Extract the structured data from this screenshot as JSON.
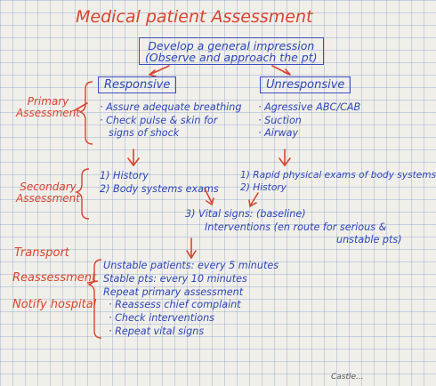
{
  "title": "Medical patient Assessment",
  "general_impression": {
    "line1": "Develop a general impression",
    "line2": "(Observe and approach the pt)"
  },
  "sections": {
    "primary": [
      "Primary",
      "Assessment"
    ],
    "secondary": [
      "Secondary",
      "Assessment"
    ],
    "transport": "Transport",
    "reassessment": "Reassessment",
    "notify": "Notify hospital"
  },
  "responsive": {
    "label": "Responsive",
    "primary_items": [
      "· Assure adequate breathing",
      "· Check pulse & skin for",
      "signs of shock"
    ],
    "secondary_items": [
      "1) History",
      "2) Body systems exams"
    ]
  },
  "unresponsive": {
    "label": "Unresponsive",
    "primary_items": [
      "· Agressive ABC/CAB",
      "· Suction",
      "· Airway"
    ],
    "secondary_items": [
      "1) Rapid physical exams of body systems",
      "2) History"
    ]
  },
  "merged": {
    "items": [
      "3) Vital signs: (baseline)",
      "Interventions (en route for serious &",
      "unstable pts)"
    ]
  },
  "reassessment_block": {
    "items": [
      "Unstable patients: every 5 minutes",
      "Stable pts: every 10 minutes",
      "Repeat primary assessment",
      "· Reassess chief complaint",
      "· Check interventions",
      "· Repeat vital signs"
    ]
  },
  "corner_text": "Castle..."
}
